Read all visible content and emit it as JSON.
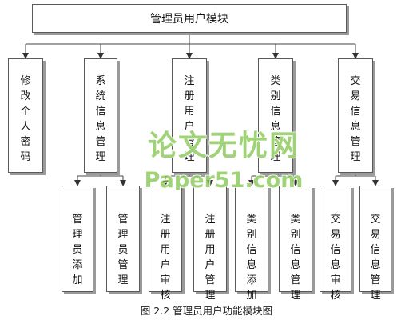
{
  "root": {
    "label": "管理员用户模块"
  },
  "level2": [
    {
      "id": "pwd",
      "label": "修改个人密码"
    },
    {
      "id": "sys",
      "label": "系统信息管理"
    },
    {
      "id": "reg",
      "label": "注册用户管理"
    },
    {
      "id": "cat",
      "label": "类别信息管理"
    },
    {
      "id": "trade",
      "label": "交易信息管理"
    }
  ],
  "level3": [
    {
      "parent": "sys",
      "label": "管理员添加"
    },
    {
      "parent": "sys",
      "label": "管理员管理"
    },
    {
      "parent": "reg",
      "label": "注册用户审核"
    },
    {
      "parent": "reg",
      "label": "注册用户管理"
    },
    {
      "parent": "cat",
      "label": "类别信息添加"
    },
    {
      "parent": "cat",
      "label": "类别信息管理"
    },
    {
      "parent": "trade",
      "label": "交易信息审核"
    },
    {
      "parent": "trade",
      "label": "交易信息管理"
    }
  ],
  "caption": "图 2.2 管理员用户功能模块图",
  "watermark": {
    "line1": "论文无忧网",
    "line2": "Paper51.com"
  },
  "colors": {
    "border": "#5a5a5a",
    "shadow": "#9a9a9a",
    "watermark": "#7cc242"
  }
}
